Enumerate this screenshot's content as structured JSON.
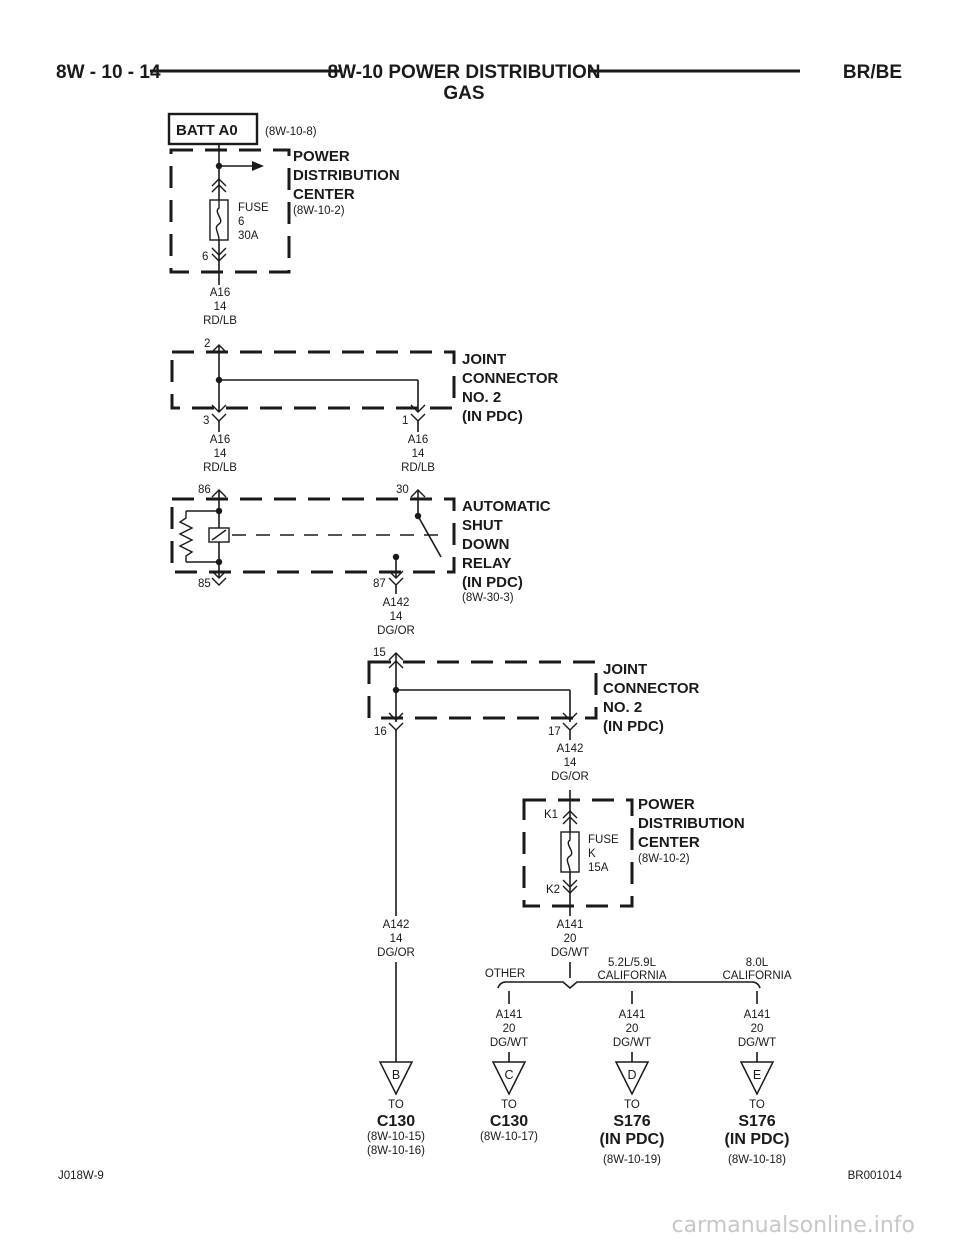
{
  "header": {
    "left": "8W - 10 - 14",
    "title_line1": "8W-10 POWER DISTRIBUTION",
    "title_line2": "GAS",
    "right": "BR/BE"
  },
  "batt": {
    "label": "BATT A0",
    "ref": "(8W-10-8)"
  },
  "pdc1": {
    "name1": "POWER",
    "name2": "DISTRIBUTION",
    "name3": "CENTER",
    "ref": "(8W-10-2)",
    "fuse1": "FUSE",
    "fuse2": "6",
    "fuse3": "30A",
    "pin": "6"
  },
  "wire_a16_1": {
    "circuit": "A16",
    "gauge": "14",
    "color": "RD/LB"
  },
  "jc1": {
    "name1": "JOINT",
    "name2": "CONNECTOR",
    "name3": "NO. 2",
    "name4": "(IN PDC)",
    "pin_in": "2",
    "pin_out_left": "3",
    "pin_out_right": "1"
  },
  "wire_a16_2": {
    "circuit": "A16",
    "gauge": "14",
    "color": "RD/LB"
  },
  "wire_a16_3": {
    "circuit": "A16",
    "gauge": "14",
    "color": "RD/LB"
  },
  "asd": {
    "name1": "AUTOMATIC",
    "name2": "SHUT",
    "name3": "DOWN",
    "name4": "RELAY",
    "name5": "(IN PDC)",
    "ref": "(8W-30-3)",
    "pin86": "86",
    "pin30": "30",
    "pin85": "85",
    "pin87": "87"
  },
  "wire_a142_1": {
    "circuit": "A142",
    "gauge": "14",
    "color": "DG/OR"
  },
  "jc2": {
    "name1": "JOINT",
    "name2": "CONNECTOR",
    "name3": "NO. 2",
    "name4": "(IN PDC)",
    "pin_in": "15",
    "pin_out_left": "16",
    "pin_out_right": "17"
  },
  "wire_a142_2": {
    "circuit": "A142",
    "gauge": "14",
    "color": "DG/OR"
  },
  "pdc2": {
    "name1": "POWER",
    "name2": "DISTRIBUTION",
    "name3": "CENTER",
    "ref": "(8W-10-2)",
    "fuse1": "FUSE",
    "fuse2": "K",
    "fuse3": "15A",
    "pin_top": "K1",
    "pin_bot": "K2"
  },
  "wire_a142_3": {
    "circuit": "A142",
    "gauge": "14",
    "color": "DG/OR"
  },
  "wire_a141_main": {
    "circuit": "A141",
    "gauge": "20",
    "color": "DG/WT"
  },
  "options": {
    "other": "OTHER",
    "opt2a": "5.2L/5.9L",
    "opt2b": "CALIFORNIA",
    "opt3a": "8.0L",
    "opt3b": "CALIFORNIA"
  },
  "wire_a141_c": {
    "circuit": "A141",
    "gauge": "20",
    "color": "DG/WT"
  },
  "wire_a141_d": {
    "circuit": "A141",
    "gauge": "20",
    "color": "DG/WT"
  },
  "wire_a141_e": {
    "circuit": "A141",
    "gauge": "20",
    "color": "DG/WT"
  },
  "dest_b": {
    "letter": "B",
    "to": "TO",
    "name": "C130",
    "ref1": "(8W-10-15)",
    "ref2": "(8W-10-16)"
  },
  "dest_c": {
    "letter": "C",
    "to": "TO",
    "name": "C130",
    "ref1": "(8W-10-17)"
  },
  "dest_d": {
    "letter": "D",
    "to": "TO",
    "name": "S176",
    "name2": "(IN PDC)",
    "ref1": "(8W-10-19)"
  },
  "dest_e": {
    "letter": "E",
    "to": "TO",
    "name": "S176",
    "name2": "(IN PDC)",
    "ref1": "(8W-10-18)"
  },
  "footer": {
    "left": "J018W-9",
    "right": "BR001014"
  },
  "watermark": "carmanualsonline.info"
}
